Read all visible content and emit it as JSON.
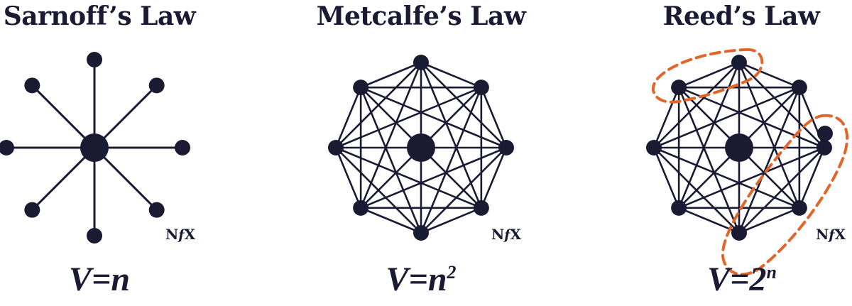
{
  "panels": [
    {
      "title": "Sarnoff’s Law",
      "formula_base": "V=n",
      "formula_exp": "",
      "logo": {
        "n": "N",
        "f": "f",
        "x": "X"
      }
    },
    {
      "title": "Metcalfe’s Law",
      "formula_base": "V=n",
      "formula_exp": "2",
      "logo": {
        "n": "N",
        "f": "f",
        "x": "X"
      }
    },
    {
      "title": "Reed’s Law",
      "formula_base": "V=2",
      "formula_exp": "n",
      "logo": {
        "n": "N",
        "f": "f",
        "x": "X"
      }
    }
  ],
  "colors": {
    "ink": "#1b1a33",
    "highlight": "#e2652a",
    "background": "#ffffff"
  }
}
